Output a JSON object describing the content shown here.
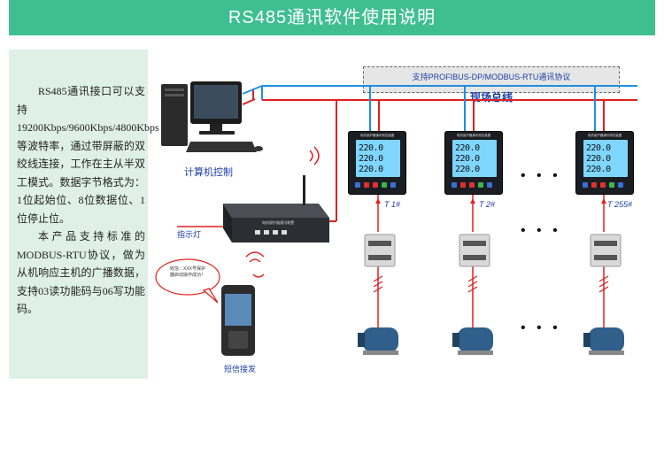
{
  "header": {
    "title": "RS485通讯软件使用说明"
  },
  "description": {
    "paragraph1": "RS485通讯接口可以支持19200Kbps/9600Kbps/4800Kbps等波特率，通过带屏蔽的双绞线连接，工作在主从半双工模式。数据字节格式为：1位起始位、8位数据位、1位停止位。",
    "paragraph2": "本产品支持标准的MODBUS-RTU协议，做为从机响应主机的广播数据，支持03读功能码与06写功能码。"
  },
  "bus": {
    "protocol": "支持PROFIBUS-DP/MODBUS-RTU通讯协议",
    "title": "现场总线"
  },
  "labels": {
    "computer": "计算机控制",
    "indicator": "指示灯",
    "sms": "短信接发",
    "gateway_text": "电机保护器通讯装置",
    "phone_bubble": "收信：XXX号保护器启动操作成功！"
  },
  "meters": [
    {
      "id": "1#",
      "title": "电机保护器通讯测控装置"
    },
    {
      "id": "2#",
      "title": "电机保护器通讯测控装置"
    },
    {
      "id": "255#",
      "title": "电机保护器通讯测控装置"
    }
  ],
  "meter_screen": {
    "row1": "220.0",
    "row2": "220.0",
    "row3": "220.0"
  },
  "colors": {
    "header_bg": "#3fbf8f",
    "panel_bg": "#dff0e7",
    "bus_blue": "#1f8fe0",
    "bus_red": "#e02020",
    "label_blue": "#1a3ea8"
  },
  "icons": {
    "computer": "desktop-computer-icon",
    "gateway": "rs485-gateway-icon",
    "phone": "mobile-phone-icon",
    "contactor": "contactor-icon",
    "motor": "motor-icon",
    "signal": "wireless-signal-icon"
  }
}
